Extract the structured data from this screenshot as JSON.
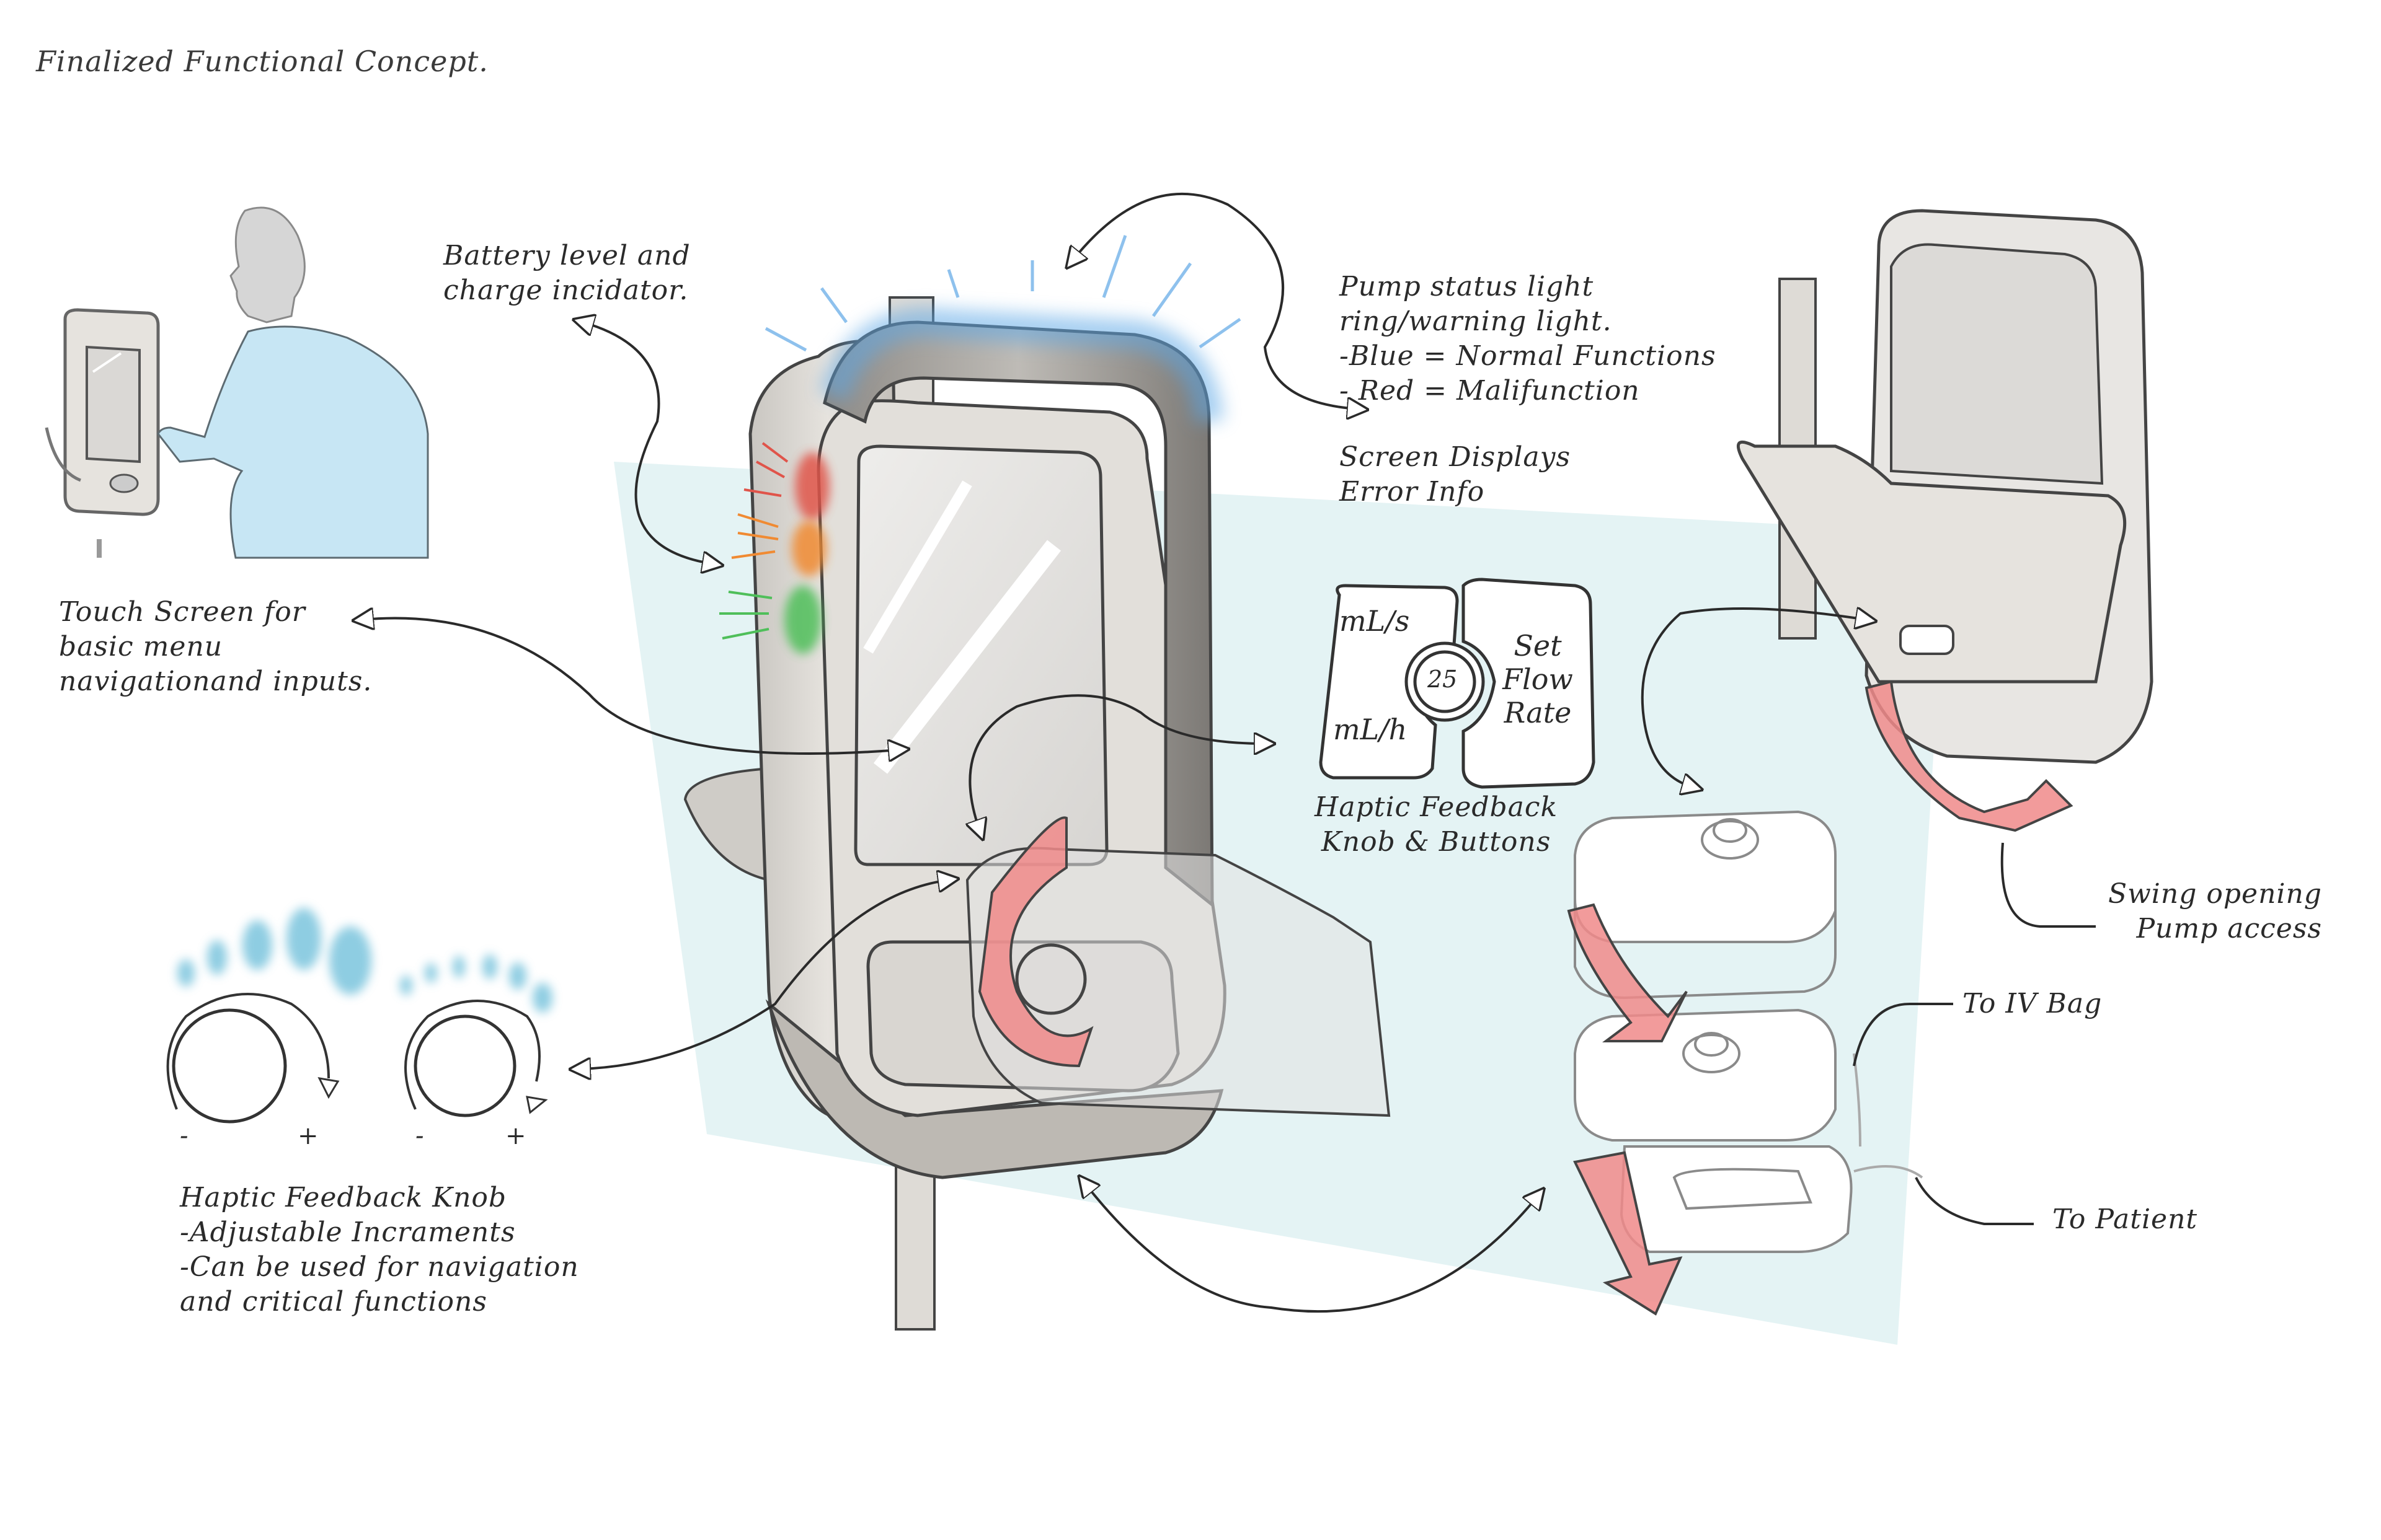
{
  "title": "Finalized Functional Concept.",
  "colors": {
    "status_blue": "#5fa8e6",
    "battery_red": "#e0544a",
    "battery_orange": "#f08a32",
    "battery_green": "#4fbf5a",
    "arrow_red": "#f08a8a",
    "backdrop": "#e4f3f4",
    "ink": "#2a2a2a",
    "user_shirt": "#c7e6f4"
  },
  "annotations": {
    "battery": [
      "Battery level and",
      "charge incidator."
    ],
    "status_light": [
      "Pump status light",
      "ring/warning light.",
      "-Blue = Normal Functions",
      "- Red = Malifunction"
    ],
    "screen_errors": [
      "Screen Displays",
      "Error Info"
    ],
    "touch_screen": [
      "Touch Screen for",
      "basic menu",
      "navigationand inputs."
    ],
    "haptic_buttons": [
      "Haptic Feedback",
      "Knob & Buttons"
    ],
    "haptic_knob": [
      "Haptic Feedback Knob",
      "-Adjustable Incraments",
      "-Can be used for  navigation",
      "and critical functions"
    ],
    "swing": [
      "Swing opening",
      "Pump access"
    ],
    "iv_bag": "To IV Bag",
    "patient": "To Patient"
  },
  "control_panel": {
    "left_top": "mL/s",
    "left_bottom": "mL/h",
    "knob_value": "25",
    "right": [
      "Set",
      "Flow",
      "Rate"
    ]
  },
  "knob_signs": {
    "minus": "-",
    "plus": "+"
  }
}
